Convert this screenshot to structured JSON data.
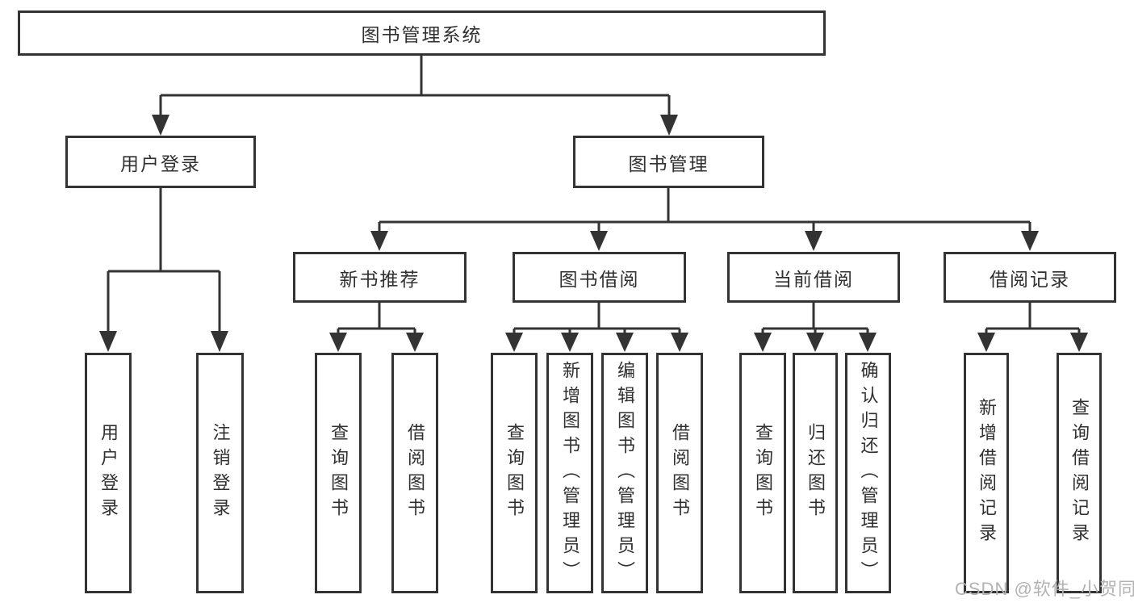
{
  "diagram": {
    "root": {
      "label": "图书管理系统"
    },
    "branches": [
      {
        "label": "用户登录",
        "children": [
          {
            "label": "用户登录"
          },
          {
            "label": "注销登录"
          }
        ]
      },
      {
        "label": "图书管理",
        "children": [
          {
            "label": "新书推荐",
            "children": [
              {
                "label": "查询图书"
              },
              {
                "label": "借阅图书"
              }
            ]
          },
          {
            "label": "图书借阅",
            "children": [
              {
                "label": "查询图书"
              },
              {
                "label": "新增图书（管理员）"
              },
              {
                "label": "编辑图书（管理员）"
              },
              {
                "label": "借阅图书"
              }
            ]
          },
          {
            "label": "当前借阅",
            "children": [
              {
                "label": "查询图书"
              },
              {
                "label": "归还图书"
              },
              {
                "label": "确认归还（管理员）"
              }
            ]
          },
          {
            "label": "借阅记录",
            "children": [
              {
                "label": "新增借阅记录"
              },
              {
                "label": "查询借阅记录"
              }
            ]
          }
        ]
      }
    ]
  },
  "watermark": {
    "text": "CSDN @软件_小贺同学",
    "color": "#b3b3b3"
  },
  "colors": {
    "line": "#333333",
    "box_border": "#333333",
    "box_bg": "#ffffff",
    "text": "#303030",
    "background": "#ffffff"
  }
}
